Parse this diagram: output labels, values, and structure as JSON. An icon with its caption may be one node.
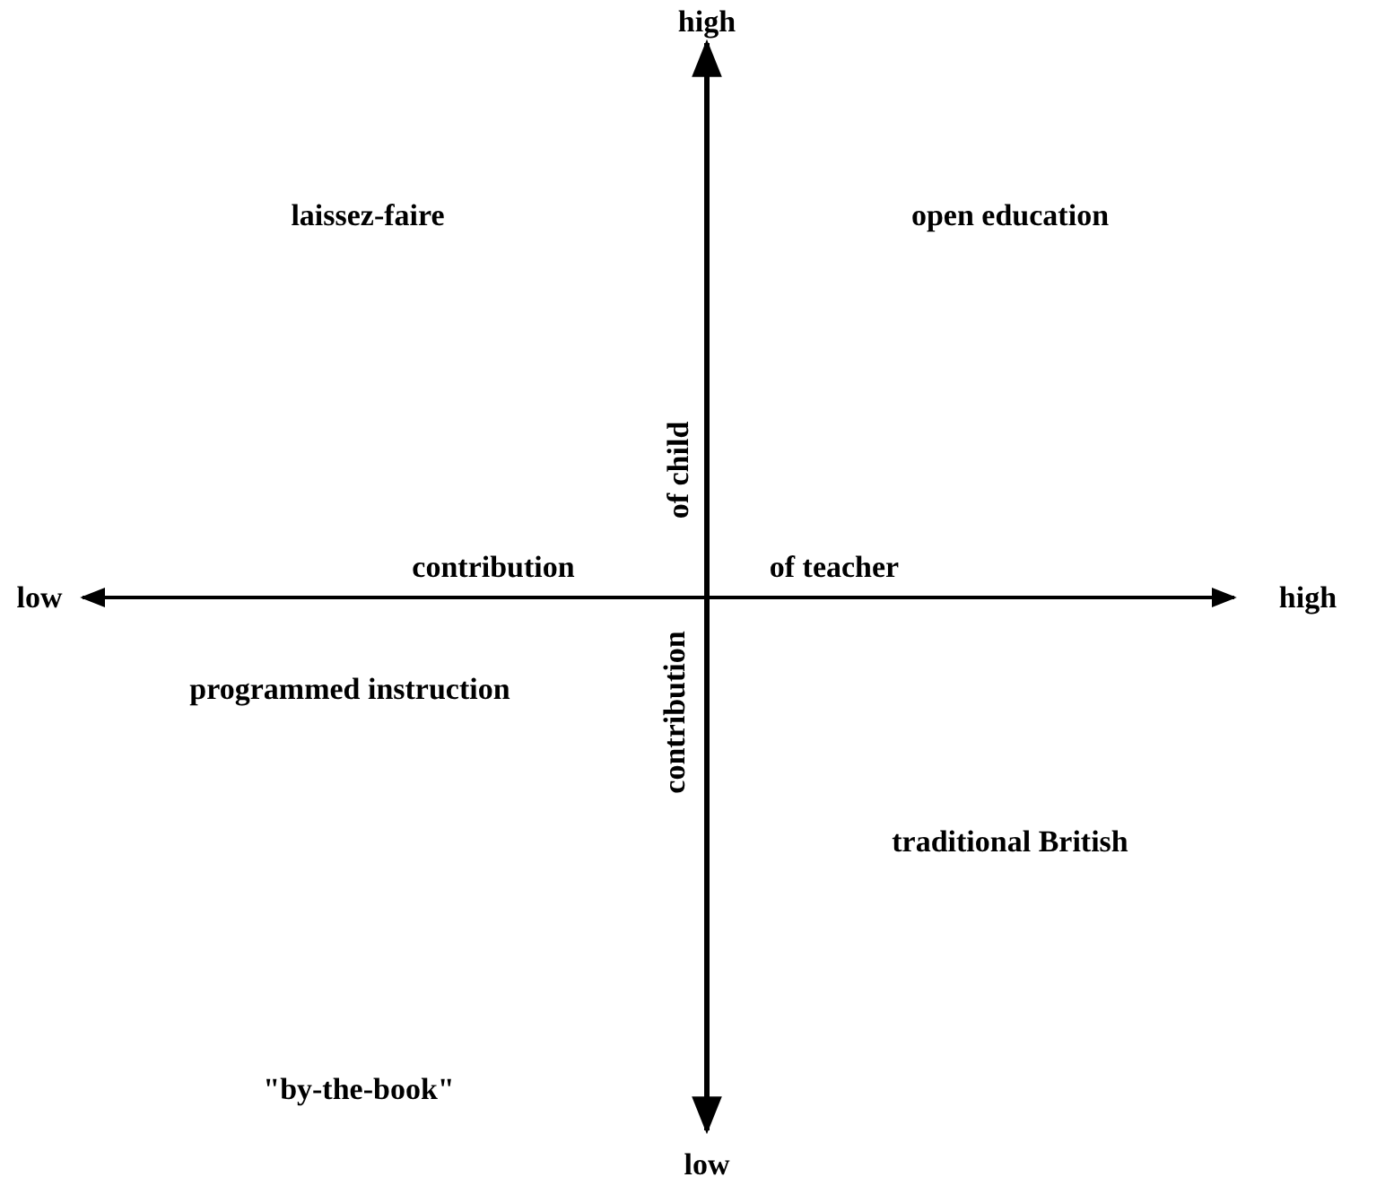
{
  "diagram": {
    "labels": [
      "high",
      "laissez-faire",
      "open education",
      "of child",
      "contribution",
      "of teacher",
      "low",
      "high",
      "programmed instruction",
      "contribution",
      "traditional British",
      "\"by-the-book\"",
      "low"
    ]
  }
}
